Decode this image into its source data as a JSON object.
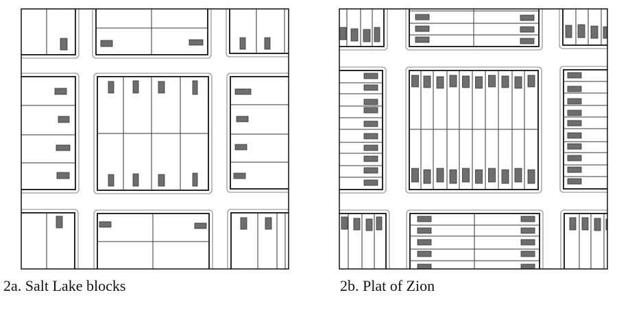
{
  "figures": [
    {
      "id": "2a",
      "caption": "2a. Salt Lake blocks"
    },
    {
      "id": "2b",
      "caption": "2b. Plat of Zion"
    }
  ],
  "colors": {
    "block_line": "#111111",
    "street_edge": "#9a9a9a",
    "building": "#6e6e6e",
    "building_edge": "#333333"
  }
}
